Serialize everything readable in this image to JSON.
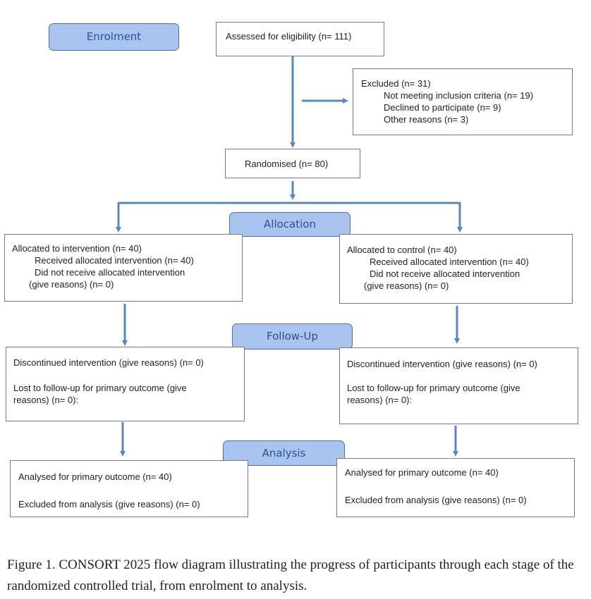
{
  "stages": {
    "enrolment": "Enrolment",
    "allocation": "Allocation",
    "followup": "Follow-Up",
    "analysis": "Analysis"
  },
  "assessed": "Assessed for eligibility (n= 111)",
  "excluded": {
    "title": "Excluded (n= 31)",
    "items": [
      "Not meeting inclusion criteria (n= 19)",
      "Declined to participate (n= 9)",
      "Other reasons (n= 3)"
    ]
  },
  "randomised": "Randomised (n= 80)",
  "intervention_arm": {
    "allocation": {
      "title": "Allocated to intervention (n= 40)",
      "received": "Received allocated intervention (n= 40)",
      "not_received": "Did not receive allocated intervention",
      "reasons": "(give reasons) (n= 0)"
    },
    "followup": {
      "discontinued": "Discontinued intervention (give reasons) (n= 0)",
      "lost_1": "Lost to follow-up for primary outcome (give",
      "lost_2": "reasons) (n= 0):"
    },
    "analysis": {
      "analysed": "Analysed for primary outcome (n= 40)",
      "excluded": "Excluded from analysis (give reasons) (n= 0)"
    }
  },
  "control_arm": {
    "allocation": {
      "title": "Allocated to control (n= 40)",
      "received": "Received allocated intervention (n= 40)",
      "not_received": "Did not receive allocated intervention",
      "reasons": "(give reasons) (n= 0)"
    },
    "followup": {
      "discontinued": "Discontinued intervention (give reasons) (n= 0)",
      "lost_1": "Lost to follow-up for primary outcome (give",
      "lost_2": "reasons) (n= 0):"
    },
    "analysis": {
      "analysed": "Analysed for primary outcome (n= 40)",
      "excluded": "Excluded from analysis (give reasons) (n= 0)"
    }
  },
  "caption": "Figure 1. CONSORT 2025 flow diagram illustrating the progress of participants through each stage of the randomized controlled trial, from enrolment to analysis.",
  "colors": {
    "arrow": "#5b86c4",
    "stage_fill": "#a9c4ef",
    "stage_text": "#2f4f8f",
    "box_border": "#7a7a7a"
  }
}
